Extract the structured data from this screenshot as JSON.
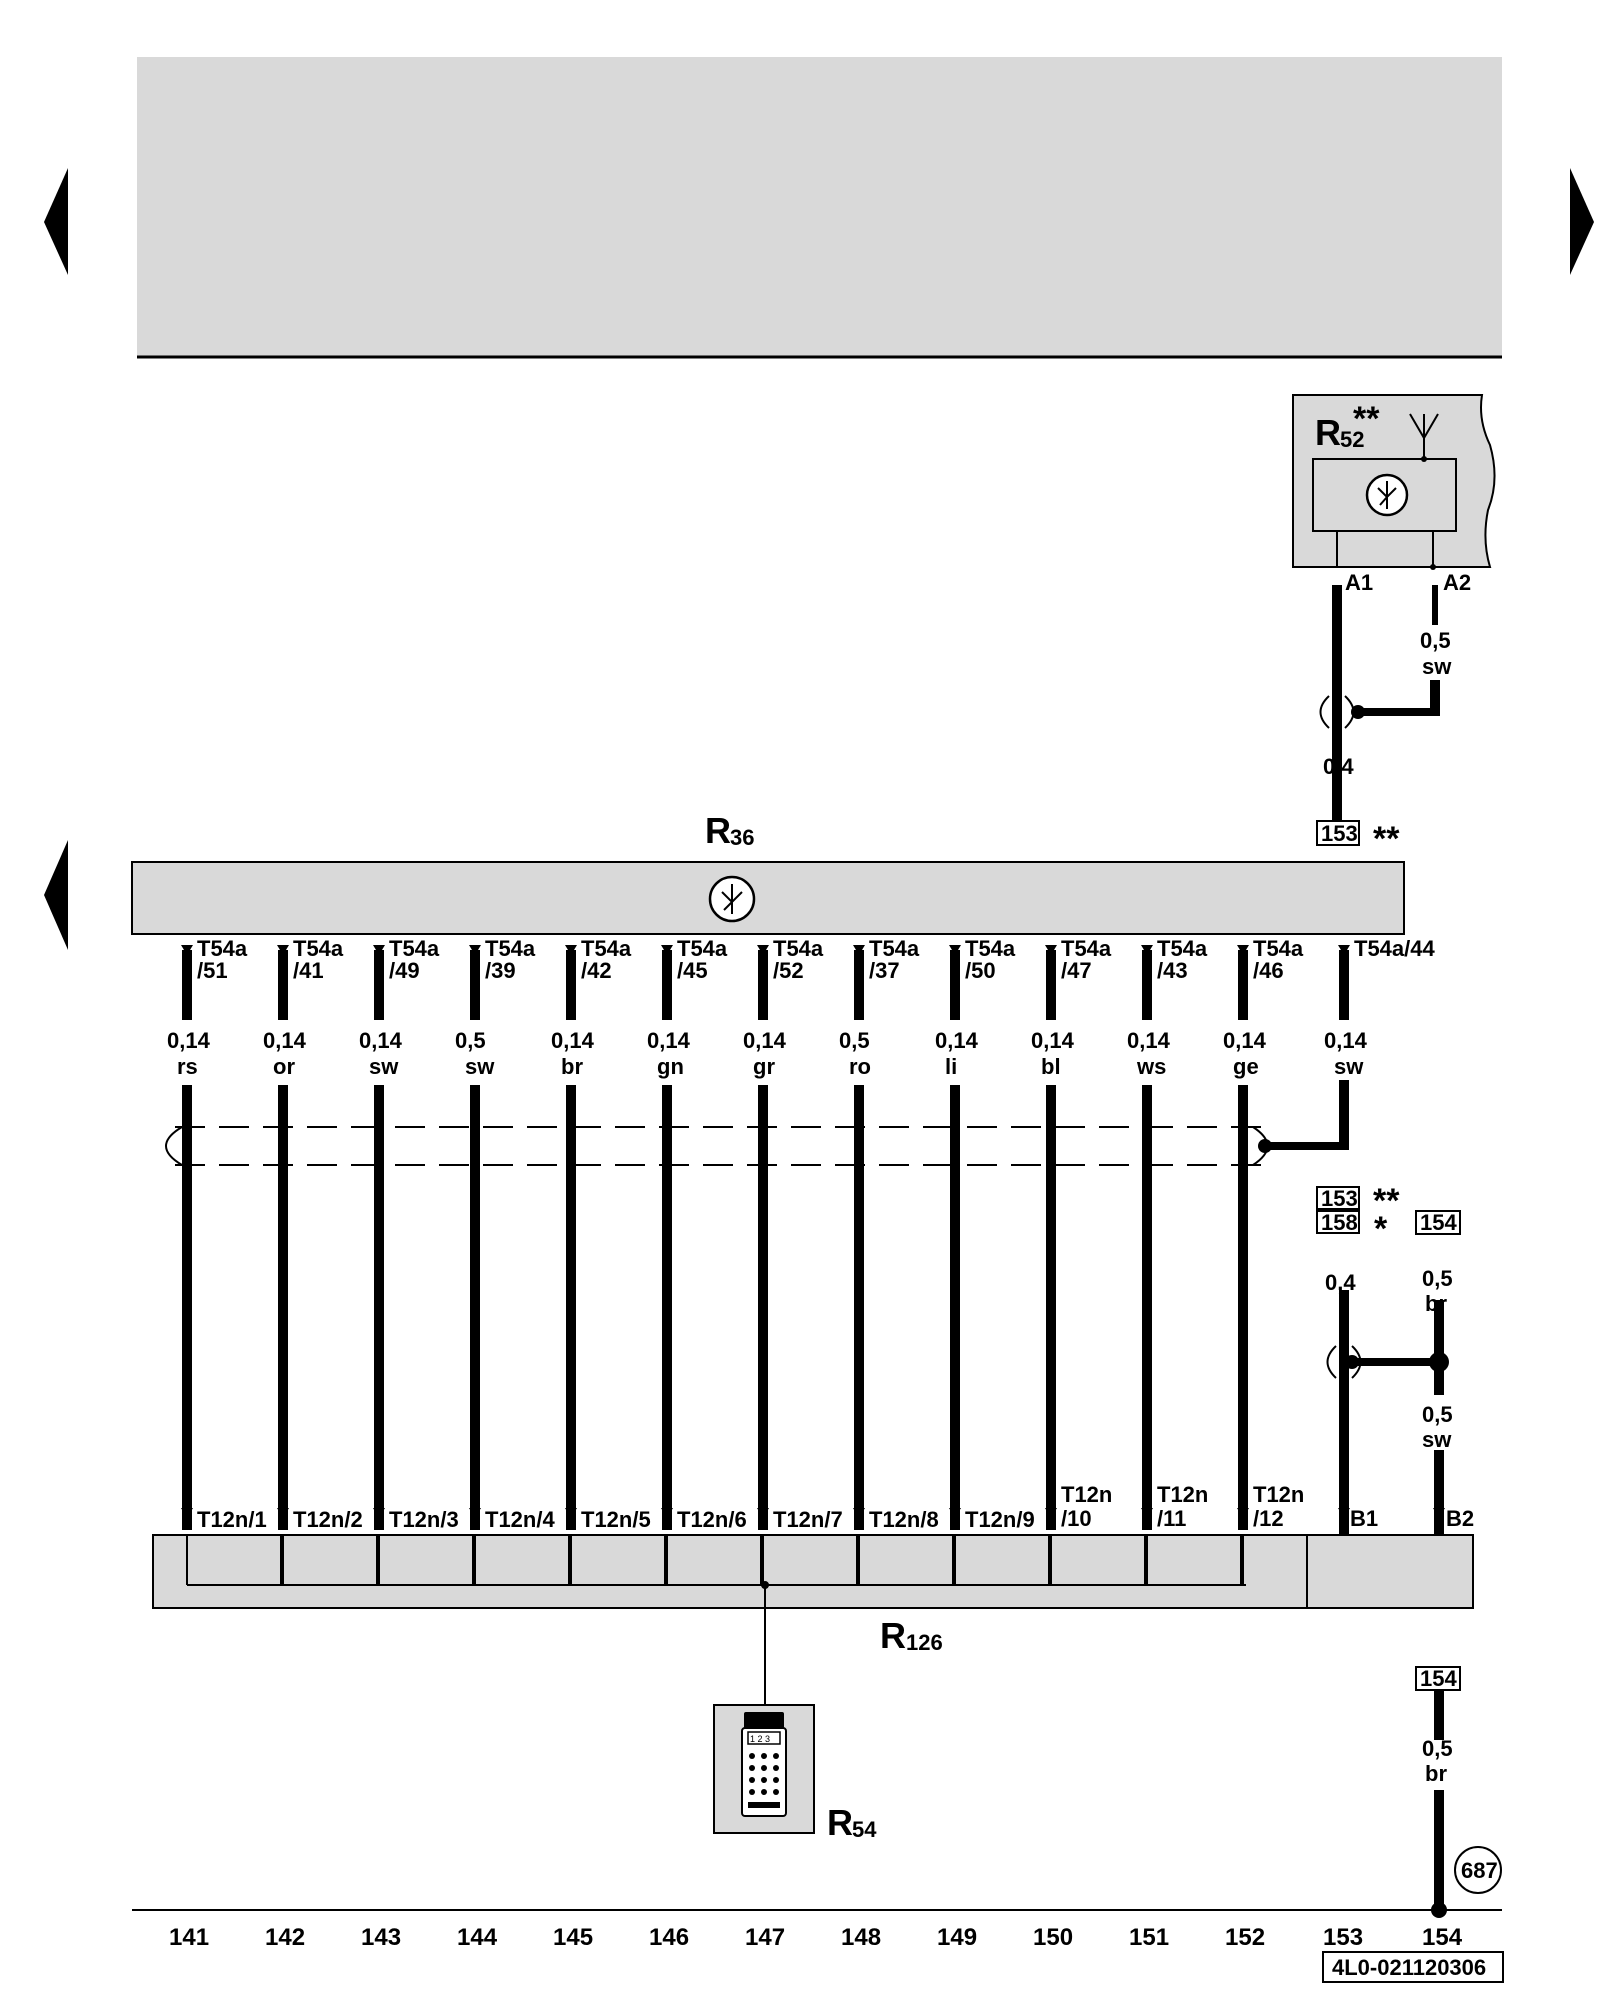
{
  "nav": {
    "prev_icon": "triangle-left-icon",
    "next_icon": "triangle-right-icon"
  },
  "components": {
    "r52": {
      "letter": "R",
      "sub": "52",
      "stars": "**",
      "pin_a1": "A1",
      "pin_a2": "A2"
    },
    "r36": {
      "letter": "R",
      "sub": "36"
    },
    "r126": {
      "letter": "R",
      "sub": "126",
      "pin_b1": "B1",
      "pin_b2": "B2"
    },
    "r54": {
      "letter": "R",
      "sub": "54",
      "keypad_text": "1 2 3"
    }
  },
  "r52_wires": {
    "a2_size": "0,5",
    "a2_color": "sw",
    "a1_size": "0,4"
  },
  "refs": {
    "r36_top_ref": "153",
    "r36_top_stars": "**",
    "b1_ref1": "153",
    "b1_ref1_stars": "**",
    "b1_ref2": "158",
    "b1_ref2_stars": "*",
    "b2_ref": "154",
    "ground_ref": "154",
    "ground_circle": "687"
  },
  "right_wires": {
    "b1_size": "0,4",
    "b2_top_size": "0,5",
    "b2_top_color": "br",
    "b2_bot_size": "0,5",
    "b2_bot_color": "sw",
    "ground_size": "0,5",
    "ground_color": "br"
  },
  "pins": [
    {
      "t54a": [
        "T54a",
        "/51"
      ],
      "size": "0,14",
      "color": "rs",
      "t12n": [
        "T12n/1"
      ],
      "col": "141"
    },
    {
      "t54a": [
        "T54a",
        "/41"
      ],
      "size": "0,14",
      "color": "or",
      "t12n": [
        "T12n/2"
      ],
      "col": "142"
    },
    {
      "t54a": [
        "T54a",
        "/49"
      ],
      "size": "0,14",
      "color": "sw",
      "t12n": [
        "T12n/3"
      ],
      "col": "143"
    },
    {
      "t54a": [
        "T54a",
        "/39"
      ],
      "size": "0,5",
      "color": "sw",
      "t12n": [
        "T12n/4"
      ],
      "col": "144"
    },
    {
      "t54a": [
        "T54a",
        "/42"
      ],
      "size": "0,14",
      "color": "br",
      "t12n": [
        "T12n/5"
      ],
      "col": "145"
    },
    {
      "t54a": [
        "T54a",
        "/45"
      ],
      "size": "0,14",
      "color": "gn",
      "t12n": [
        "T12n/6"
      ],
      "col": "146"
    },
    {
      "t54a": [
        "T54a",
        "/52"
      ],
      "size": "0,14",
      "color": "gr",
      "t12n": [
        "T12n/7"
      ],
      "col": "147"
    },
    {
      "t54a": [
        "T54a",
        "/37"
      ],
      "size": "0,5",
      "color": "ro",
      "t12n": [
        "T12n/8"
      ],
      "col": "148"
    },
    {
      "t54a": [
        "T54a",
        "/50"
      ],
      "size": "0,14",
      "color": "li",
      "t12n": [
        "T12n/9"
      ],
      "col": "149"
    },
    {
      "t54a": [
        "T54a",
        "/47"
      ],
      "size": "0,14",
      "color": "bl",
      "t12n": [
        "T12n",
        "/10"
      ],
      "col": "150"
    },
    {
      "t54a": [
        "T54a",
        "/43"
      ],
      "size": "0,14",
      "color": "ws",
      "t12n": [
        "T12n",
        "/11"
      ],
      "col": "151"
    },
    {
      "t54a": [
        "T54a",
        "/46"
      ],
      "size": "0,14",
      "color": "ge",
      "t12n": [
        "T12n",
        "/12"
      ],
      "col": "152"
    },
    {
      "t54a": [
        "T54a/44"
      ],
      "size": "0,14",
      "color": "sw",
      "t12n": [],
      "col": "153"
    }
  ],
  "extra_cols": [
    "154"
  ],
  "doc_code": "4L0-021120306"
}
